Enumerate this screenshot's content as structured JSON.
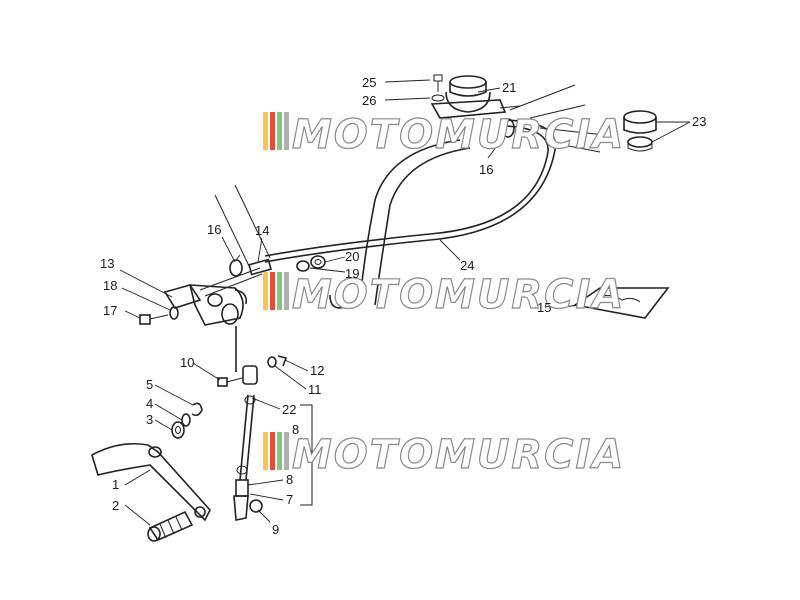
{
  "watermark": {
    "text": "MOTOMURCIA"
  },
  "labels": {
    "l1": "1",
    "l2": "2",
    "l3": "3",
    "l4": "4",
    "l5": "5",
    "l7": "7",
    "l8a": "8",
    "l8b": "8",
    "l9": "9",
    "l10": "10",
    "l11": "11",
    "l12": "12",
    "l13": "13",
    "l14": "14",
    "l15": "15",
    "l16a": "16",
    "l16b": "16",
    "l17": "17",
    "l18": "18",
    "l19": "19",
    "l20": "20",
    "l21": "21",
    "l22": "22",
    "l23": "23",
    "l24": "24",
    "l25": "25",
    "l26": "26"
  }
}
